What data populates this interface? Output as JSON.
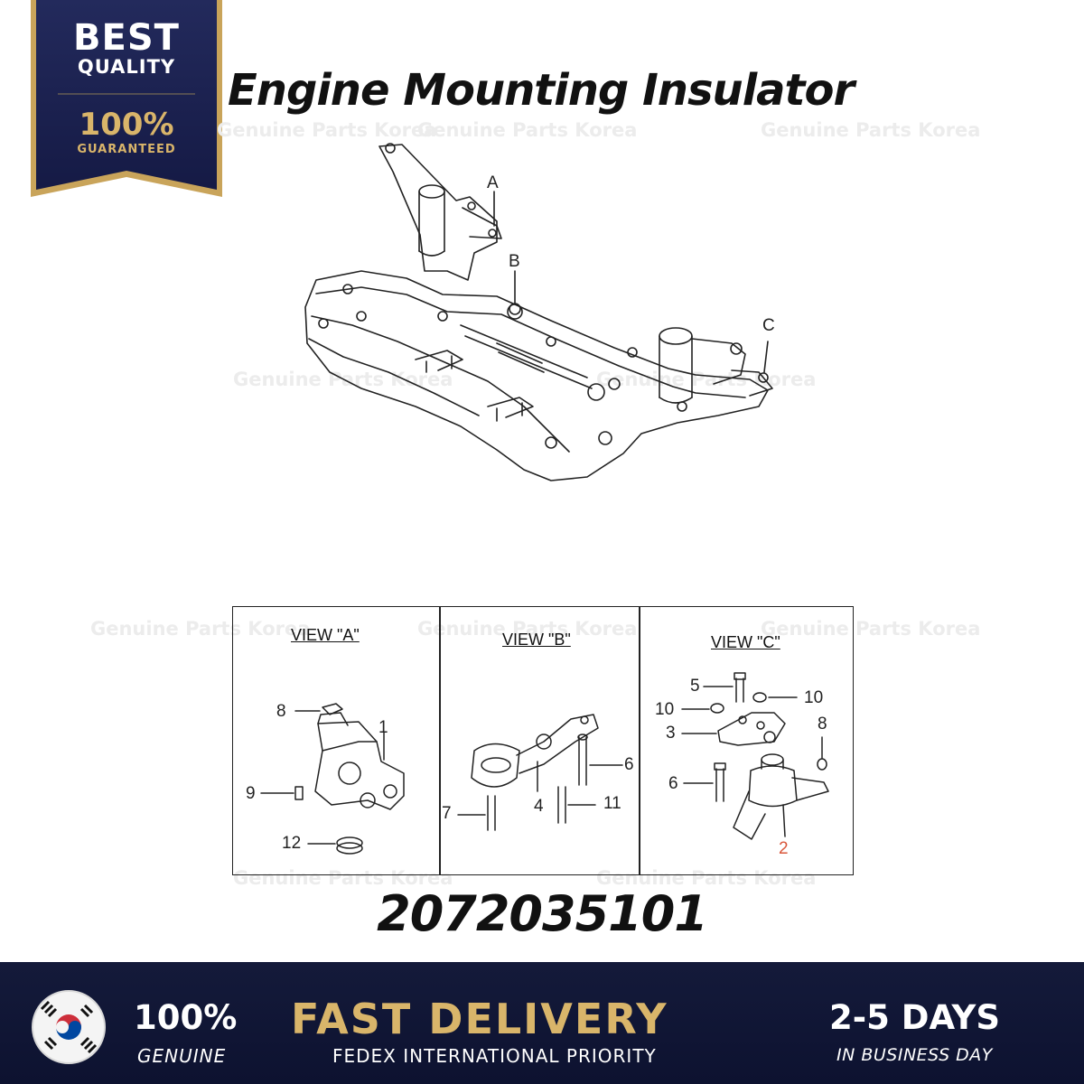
{
  "badge": {
    "line1": "BEST",
    "line2": "QUALITY",
    "line3": "100%",
    "line4": "GUARANTEED",
    "colors": {
      "navy": "#1b2150",
      "gold": "#d9b56a"
    }
  },
  "title": "Engine Mounting Insulator",
  "watermark": "Genuine Parts Korea",
  "diagram": {
    "callouts_top": [
      "A",
      "B",
      "C"
    ],
    "views": [
      {
        "label": "VIEW \"A\"",
        "callouts": [
          "8",
          "1",
          "9",
          "12"
        ]
      },
      {
        "label": "VIEW \"B\"",
        "callouts": [
          "6",
          "7",
          "4",
          "11"
        ]
      },
      {
        "label": "VIEW \"C\"",
        "callouts": [
          "5",
          "10",
          "10",
          "3",
          "8",
          "6",
          "2"
        ]
      }
    ]
  },
  "part_number": "2072035101",
  "footer": {
    "genuine_pct": "100%",
    "genuine_label": "GENUINE",
    "fast_delivery": "FAST DELIVERY",
    "carrier": "FEDEX INTERNATIONAL PRIORITY",
    "days": "2-5 DAYS",
    "days_label": "IN BUSINESS DAY",
    "flag_icon": "korea-flag-icon",
    "colors": {
      "bg": "#111735",
      "gold": "#d9b56a"
    }
  }
}
